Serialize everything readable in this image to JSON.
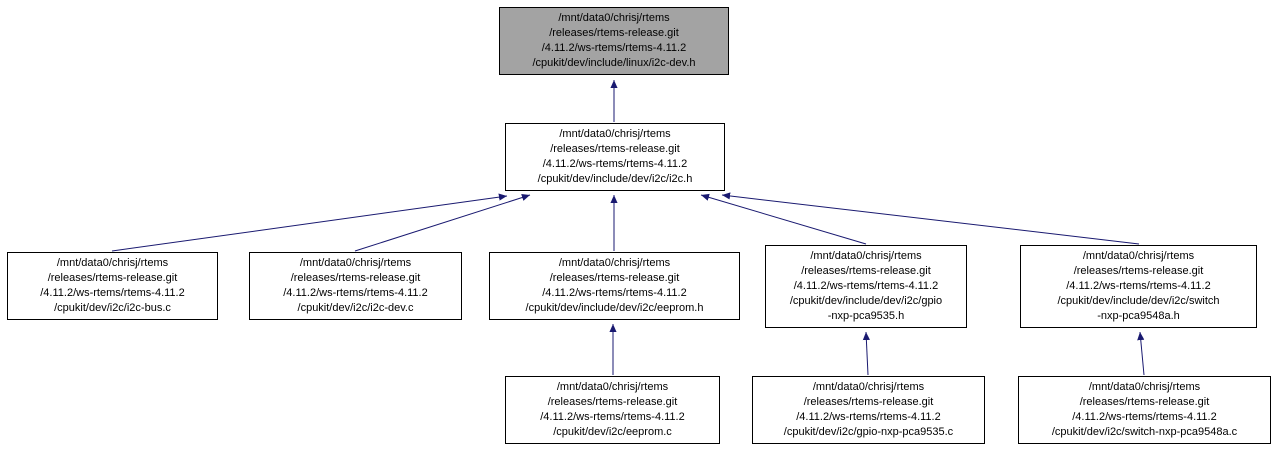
{
  "diagram": {
    "type": "include-dependency-graph",
    "colors": {
      "edge": "#191970",
      "root_fill": "#a3a3a3",
      "node_fill": "#ffffff",
      "border": "#000000"
    },
    "nodes": [
      {
        "id": "linux-i2c-dev-h",
        "role": "root",
        "lines": [
          "/mnt/data0/chrisj/rtems",
          "/releases/rtems-release.git",
          "/4.11.2/ws-rtems/rtems-4.11.2",
          "/cpukit/dev/include/linux/i2c-dev.h"
        ]
      },
      {
        "id": "dev-i2c-i2c-h",
        "lines": [
          "/mnt/data0/chrisj/rtems",
          "/releases/rtems-release.git",
          "/4.11.2/ws-rtems/rtems-4.11.2",
          "/cpukit/dev/include/dev/i2c/i2c.h"
        ]
      },
      {
        "id": "i2c-bus-c",
        "lines": [
          "/mnt/data0/chrisj/rtems",
          "/releases/rtems-release.git",
          "/4.11.2/ws-rtems/rtems-4.11.2",
          "/cpukit/dev/i2c/i2c-bus.c"
        ]
      },
      {
        "id": "i2c-dev-c",
        "lines": [
          "/mnt/data0/chrisj/rtems",
          "/releases/rtems-release.git",
          "/4.11.2/ws-rtems/rtems-4.11.2",
          "/cpukit/dev/i2c/i2c-dev.c"
        ]
      },
      {
        "id": "eeprom-h",
        "lines": [
          "/mnt/data0/chrisj/rtems",
          "/releases/rtems-release.git",
          "/4.11.2/ws-rtems/rtems-4.11.2",
          "/cpukit/dev/include/dev/i2c/eeprom.h"
        ]
      },
      {
        "id": "gpio-nxp-pca9535-h",
        "lines": [
          "/mnt/data0/chrisj/rtems",
          "/releases/rtems-release.git",
          "/4.11.2/ws-rtems/rtems-4.11.2",
          "/cpukit/dev/include/dev/i2c/gpio",
          "-nxp-pca9535.h"
        ]
      },
      {
        "id": "switch-nxp-pca9548a-h",
        "lines": [
          "/mnt/data0/chrisj/rtems",
          "/releases/rtems-release.git",
          "/4.11.2/ws-rtems/rtems-4.11.2",
          "/cpukit/dev/include/dev/i2c/switch",
          "-nxp-pca9548a.h"
        ]
      },
      {
        "id": "eeprom-c",
        "lines": [
          "/mnt/data0/chrisj/rtems",
          "/releases/rtems-release.git",
          "/4.11.2/ws-rtems/rtems-4.11.2",
          "/cpukit/dev/i2c/eeprom.c"
        ]
      },
      {
        "id": "gpio-nxp-pca9535-c",
        "lines": [
          "/mnt/data0/chrisj/rtems",
          "/releases/rtems-release.git",
          "/4.11.2/ws-rtems/rtems-4.11.2",
          "/cpukit/dev/i2c/gpio-nxp-pca9535.c"
        ]
      },
      {
        "id": "switch-nxp-pca9548a-c",
        "lines": [
          "/mnt/data0/chrisj/rtems",
          "/releases/rtems-release.git",
          "/4.11.2/ws-rtems/rtems-4.11.2",
          "/cpukit/dev/i2c/switch-nxp-pca9548a.c"
        ]
      }
    ],
    "edges": [
      {
        "from": "dev-i2c-i2c-h",
        "to": "linux-i2c-dev-h"
      },
      {
        "from": "i2c-bus-c",
        "to": "dev-i2c-i2c-h"
      },
      {
        "from": "i2c-dev-c",
        "to": "dev-i2c-i2c-h"
      },
      {
        "from": "eeprom-h",
        "to": "dev-i2c-i2c-h"
      },
      {
        "from": "gpio-nxp-pca9535-h",
        "to": "dev-i2c-i2c-h"
      },
      {
        "from": "switch-nxp-pca9548a-h",
        "to": "dev-i2c-i2c-h"
      },
      {
        "from": "eeprom-c",
        "to": "eeprom-h"
      },
      {
        "from": "gpio-nxp-pca9535-c",
        "to": "gpio-nxp-pca9535-h"
      },
      {
        "from": "switch-nxp-pca9548a-c",
        "to": "switch-nxp-pca9548a-h"
      }
    ]
  }
}
